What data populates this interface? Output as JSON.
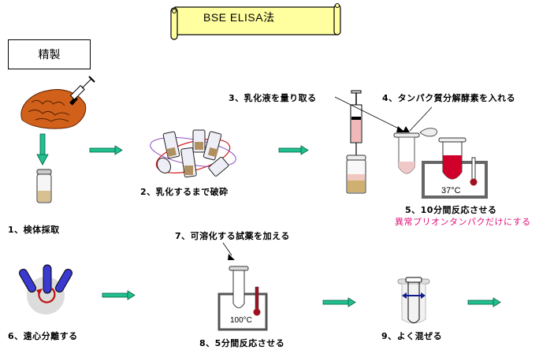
{
  "title": "BSE ELISA法",
  "section_box": "精製",
  "colors": {
    "banner_fill": "#ffffa0",
    "arrow": "#20c090",
    "arrow_stroke": "#006040",
    "brain": "#d0601a",
    "sample": "#d8c090",
    "liquid_pink": "#f0b8b8",
    "liquid_red": "#d0002a",
    "centrifuge_tube": "#3a3ad0",
    "rotation": "#c01010",
    "note_magenta": "#e0107a",
    "mix_arrow": "#101a90"
  },
  "steps": [
    {
      "label": "1、検体採取"
    },
    {
      "label": "2、乳化するまで破砕"
    },
    {
      "label": "3、乳化液を量り取る"
    },
    {
      "label": "4、タンパク質分解酵素を入れる"
    },
    {
      "label": "5、10分間反応させる",
      "note": "異常プリオンタンパクだけにする",
      "temperature": "37°C"
    },
    {
      "label": "6、遠心分離する"
    },
    {
      "label": "7、可溶化する試薬を加える"
    },
    {
      "label": "8、5分間反応させる",
      "temperature": "100°C"
    },
    {
      "label": "9、よく混ぜる"
    }
  ]
}
